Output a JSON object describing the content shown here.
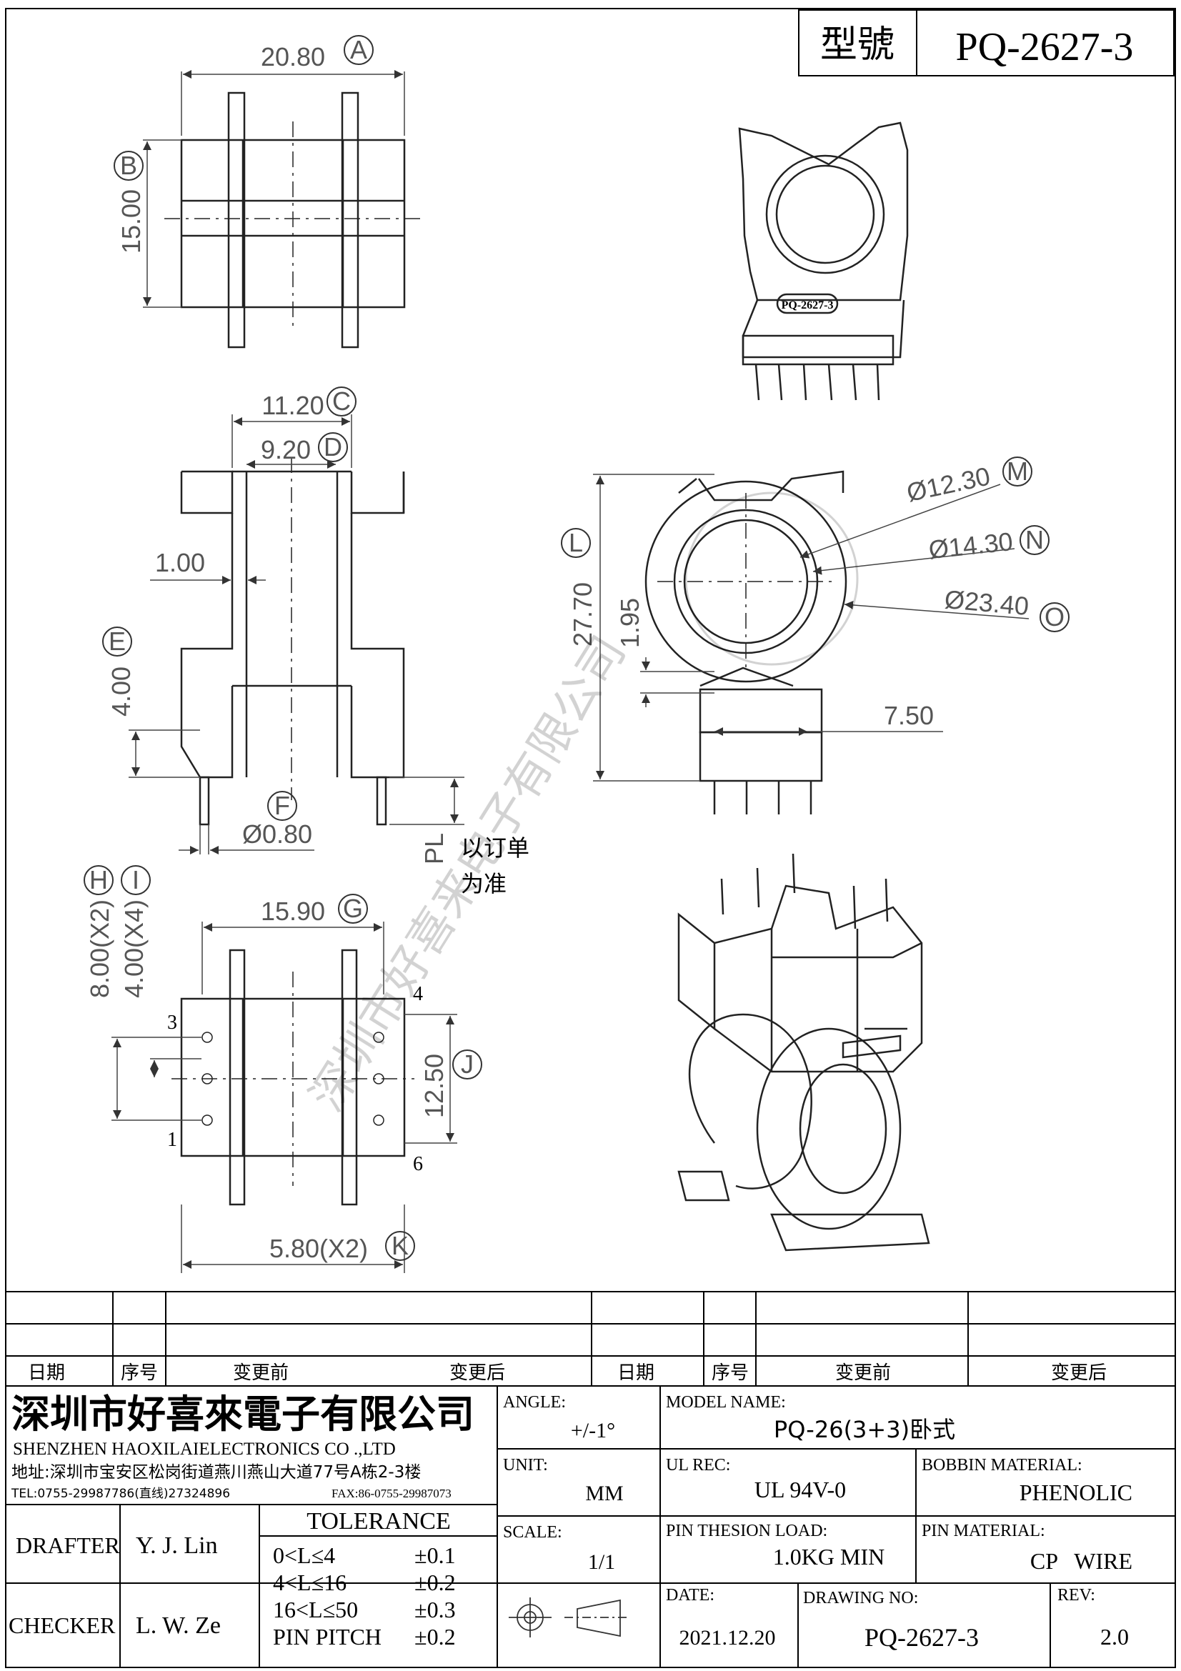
{
  "title_block": {
    "type_label": "型號",
    "part_number": "PQ-2627-3"
  },
  "dimensions": {
    "A": {
      "letter": "A",
      "value": "20.80"
    },
    "B": {
      "letter": "B",
      "value": "15.00"
    },
    "C": {
      "letter": "C",
      "value": "11.20"
    },
    "D": {
      "letter": "D",
      "value": "9.20"
    },
    "E": {
      "letter": "E",
      "value": "4.00"
    },
    "F": {
      "letter": "F",
      "value": "Ø0.80"
    },
    "G": {
      "letter": "G",
      "value": "15.90"
    },
    "H": {
      "letter": "H",
      "value": "8.00(X2)"
    },
    "I": {
      "letter": "I",
      "value": "4.00(X4)"
    },
    "J": {
      "letter": "J",
      "value": "12.50"
    },
    "K": {
      "letter": "K",
      "value": "5.80(X2)"
    },
    "L": {
      "letter": "L",
      "value": "27.70"
    },
    "M": {
      "letter": "M",
      "value": "Ø12.30"
    },
    "N": {
      "letter": "N",
      "value": "Ø14.30"
    },
    "O": {
      "letter": "O",
      "value": "Ø23.40"
    },
    "wall": "1.00",
    "gap": "1.95",
    "pin_span": "7.50",
    "pl": "PL",
    "pl_note_1": "以订单",
    "pl_note_2": "为准"
  },
  "pin_numbers": {
    "p1": "1",
    "p3": "3",
    "p4": "4",
    "p6": "6"
  },
  "model_emboss": "PQ-2627-3",
  "revision_table": {
    "headers": [
      "日期",
      "序号",
      "变更前",
      "变更后",
      "日期",
      "序号",
      "变更前",
      "变更后"
    ]
  },
  "company": {
    "name_cn": "深圳市好喜來電子有限公司",
    "name_en": "SHENZHEN HAOXILAIELECTRONICS CO .,LTD",
    "address": "地址:深圳市宝安区松岗街道燕川燕山大道77号A栋2-3楼",
    "tel": "TEL:0755-29987786(直线)27324896",
    "fax": "FAX:86-0755-29987073",
    "watermark": "深圳市好喜来电子有限公司"
  },
  "specs": {
    "angle_label": "ANGLE:",
    "angle_value": "+/-1°",
    "model_label": "MODEL NAME:",
    "model_value": "PQ-26(3+3)卧式",
    "unit_label": "UNIT:",
    "unit_value": "MM",
    "ul_label": "UL REC:",
    "ul_value": "UL 94V-0",
    "bobbin_label": "BOBBIN MATERIAL:",
    "bobbin_value": "PHENOLIC",
    "scale_label": "SCALE:",
    "scale_value": "1/1",
    "pin_load_label": "PIN THESION LOAD:",
    "pin_load_value": "1.0KG MIN",
    "pin_material_label": "PIN MATERIAL:",
    "pin_material_value": "CP   WIRE",
    "date_label": "DATE:",
    "date_value": "2021.12.20",
    "drawing_no_label": "DRAWING NO:",
    "drawing_no_value": "PQ-2627-3",
    "rev_label": "REV:",
    "rev_value": "2.0"
  },
  "tolerance": {
    "title": "TOLERANCE",
    "rows": [
      {
        "range": "0<L≤4",
        "tol": "±0.1"
      },
      {
        "range": "4<L≤16",
        "tol": "±0.2"
      },
      {
        "range": "16<L≤50",
        "tol": "±0.3"
      },
      {
        "range": "PIN PITCH",
        "tol": "±0.2"
      }
    ]
  },
  "people": {
    "drafter_label": "DRAFTER",
    "drafter_value": "Y. J. Lin",
    "checker_label": "CHECKER",
    "checker_value": "L. W. Ze"
  }
}
